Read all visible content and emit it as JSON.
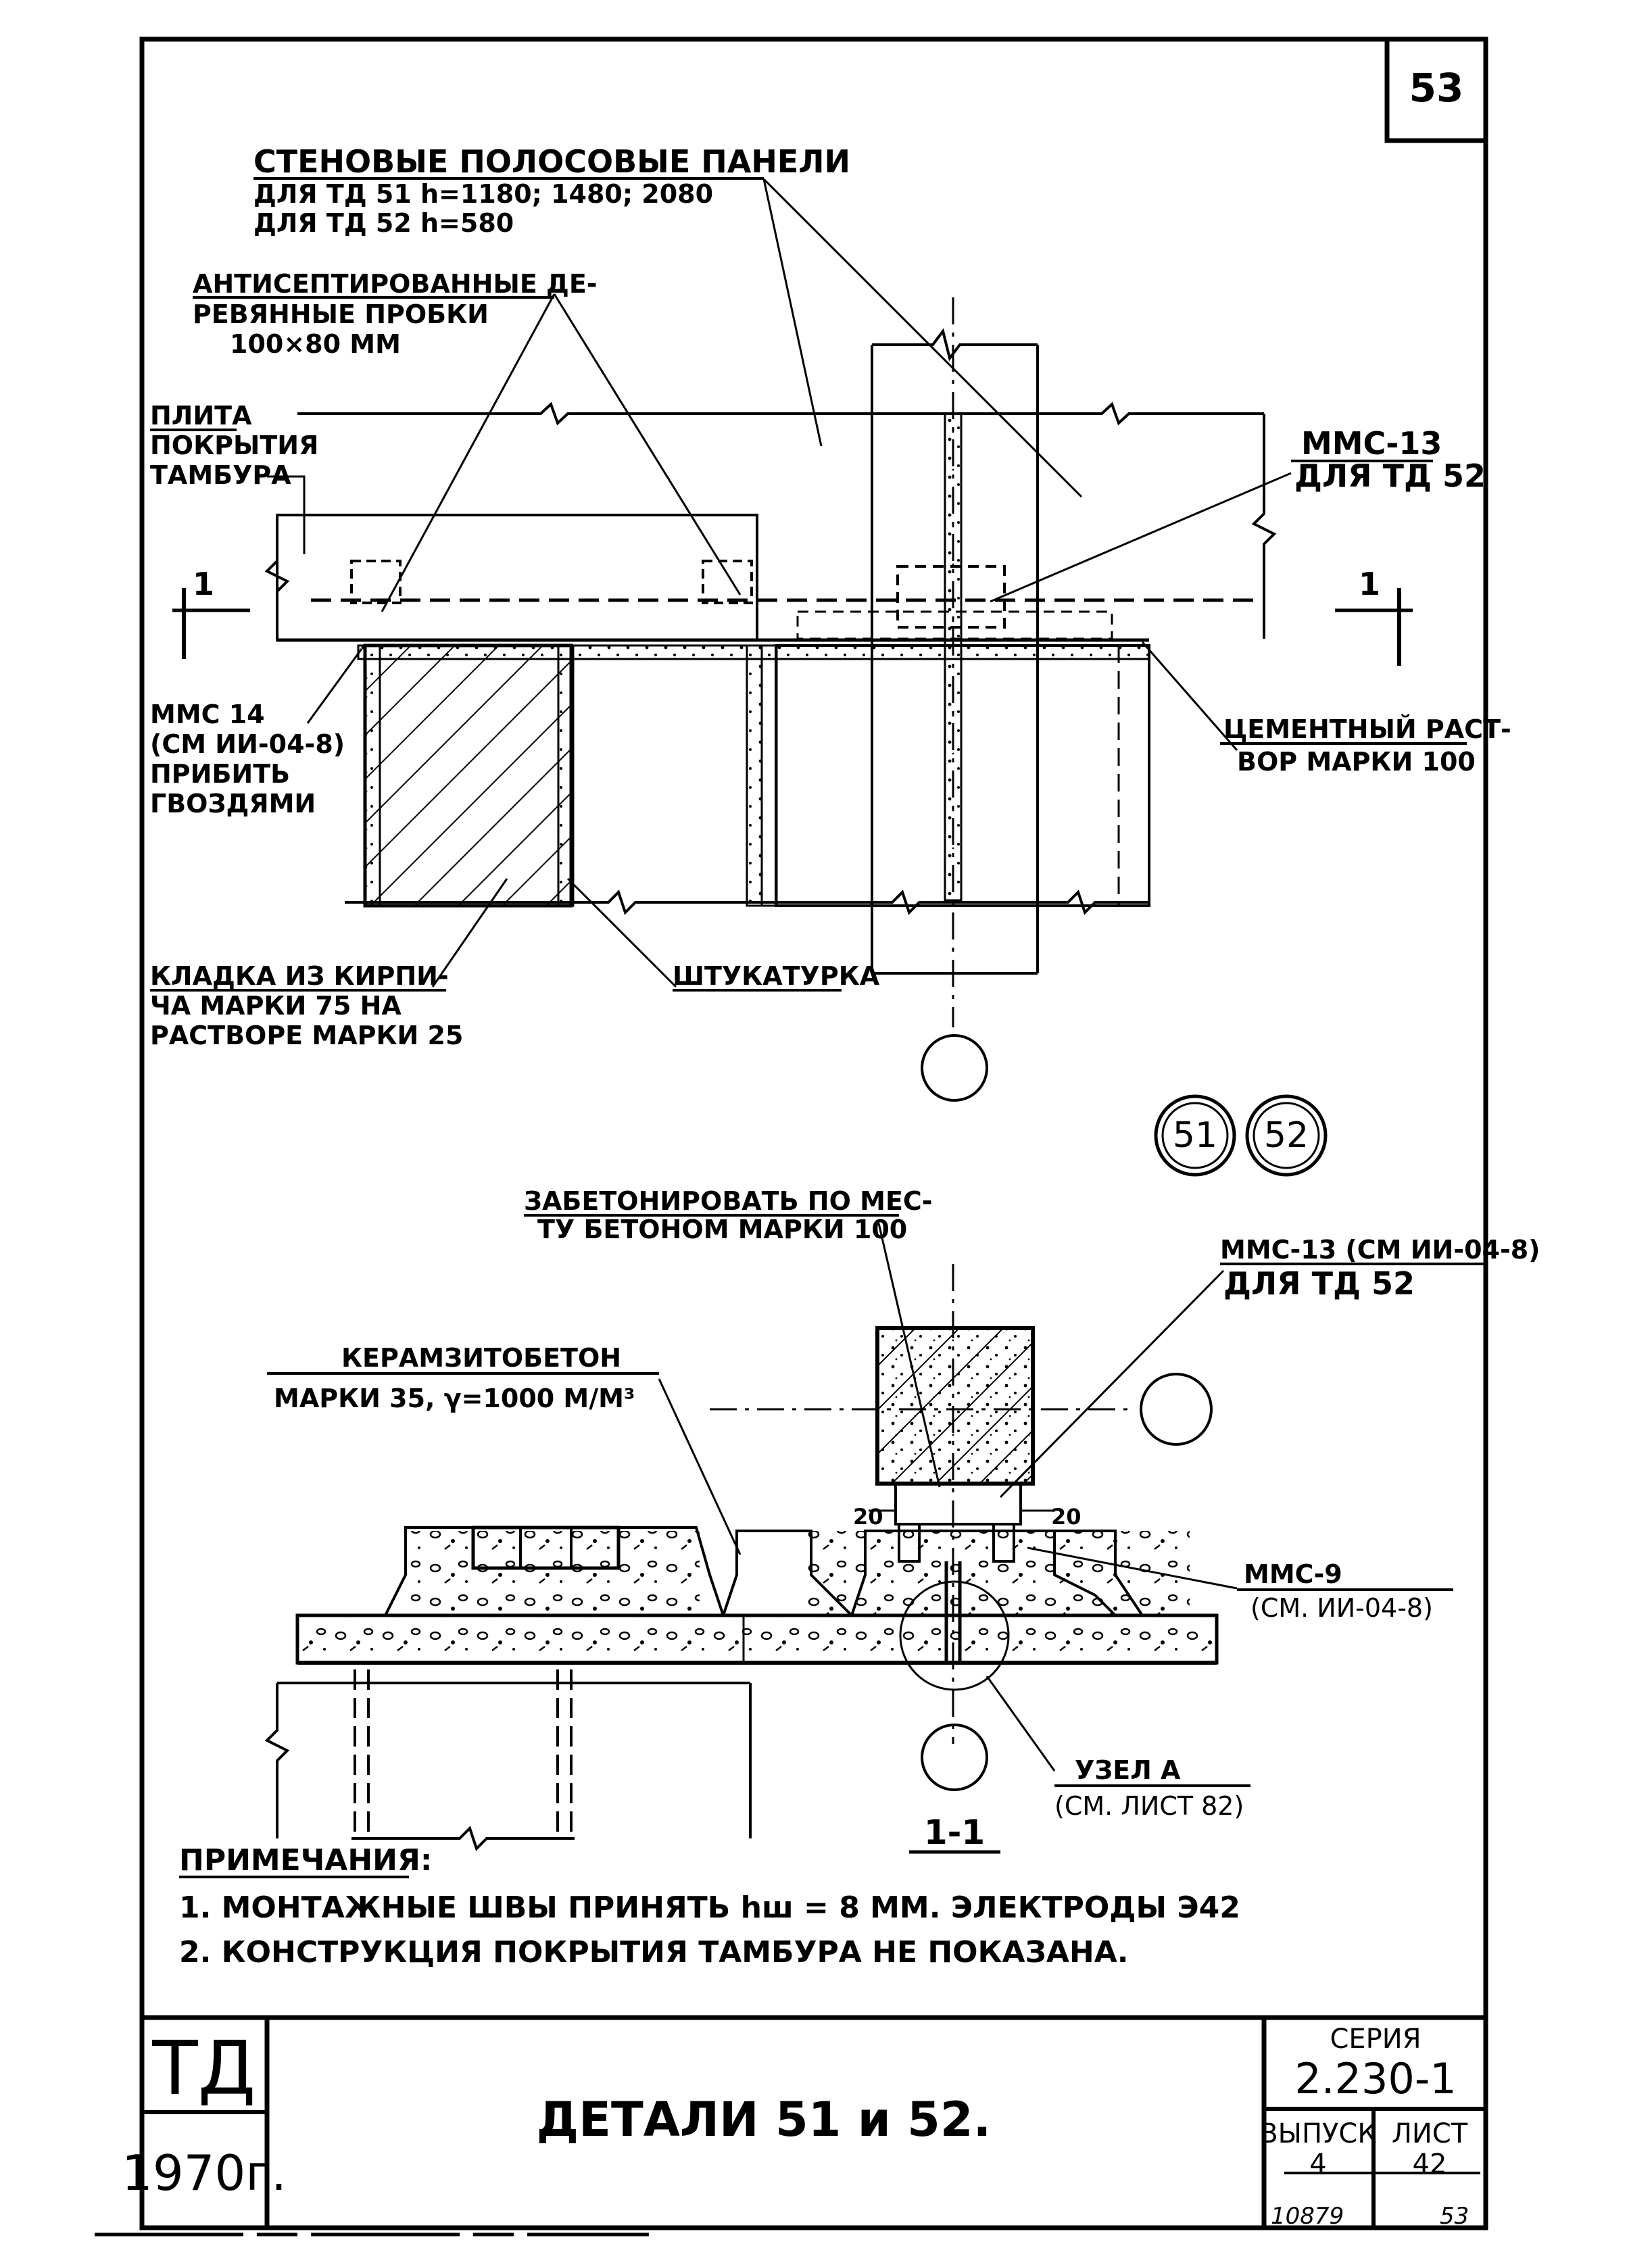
{
  "page_number": "53",
  "labels": {
    "wall_panels_title": "СТЕНОВЫЕ ПОЛОСОВЫЕ ПАНЕЛИ",
    "wall_panels_td51": "ДЛЯ ТД 51   h=1180; 1480; 2080",
    "wall_panels_td52": "ДЛЯ ТД 52   h=580",
    "plugs_line1": "АНТИСЕПТИРОВАННЫЕ ДЕ-",
    "plugs_line2": "РЕВЯННЫЕ ПРОБКИ",
    "plugs_line3": "100×80 ММ",
    "slab_line1": "ПЛИТА",
    "slab_line2": "ПОКРЫТИЯ",
    "slab_line3": "ТАМБУРА",
    "mms13_top_line1": "ММС-13",
    "mms13_top_line2": "ДЛЯ ТД 52",
    "mms14_line1": "ММС 14",
    "mms14_line2": "(СМ ИИ-04-8)",
    "mms14_line3": "ПРИБИТЬ",
    "mms14_line4": "ГВОЗДЯМИ",
    "mortar_line1": "ЦЕМЕНТНЫЙ РАСТ-",
    "mortar_line2": "ВОР МАРКИ 100",
    "masonry_line1": "КЛАДКА ИЗ КИРПИ-",
    "masonry_line2": "ЧА МАРКИ 75 НА",
    "masonry_line3": "РАСТВОРЕ МАРКИ 25",
    "plaster": "ШТУКАТУРКА",
    "concrete_line1": "ЗАБЕТОНИРОВАТЬ ПО МЕС-",
    "concrete_line2": "ТУ БЕТОНОМ МАРКИ 100",
    "mms13_sec_line1": "ММС-13 (СМ ИИ-04-8)",
    "mms13_sec_line2": "ДЛЯ ТД 52",
    "claydite_line1": "КЕРАМЗИТОБЕТОН",
    "claydite_line2": "МАРКИ 35,  γ=1000 М/М³",
    "dim_left": "20",
    "dim_right": "20",
    "mms9_line1": "ММС-9",
    "mms9_line2": "(СМ. ИИ-04-8)",
    "node_line1": "УЗЕЛ А",
    "node_line2": "(СМ. ЛИСТ 82)",
    "section_mark": "1",
    "section_title": "1-1",
    "detail_51": "51",
    "detail_52": "52"
  },
  "notes": {
    "title": "ПРИМЕЧАНИЯ:",
    "items": [
      "1. МОНТАЖНЫЕ  ШВЫ  ПРИНЯТЬ  hш = 8 ММ.  ЭЛЕКТРОДЫ  Э42",
      "2. КОНСТРУКЦИЯ  ПОКРЫТИЯ  ТАМБУРА  НЕ  ПОКАЗАНА."
    ]
  },
  "title_block": {
    "org": "ТД",
    "year": "1970г.",
    "title": "ДЕТАЛИ 51 и 52.",
    "series_label": "СЕРИЯ",
    "series_value": "2.230-1",
    "issue_label": "ВЫПУСК",
    "issue_value": "4",
    "sheet_label": "ЛИСТ",
    "sheet_value": "42",
    "footer_left": "10879",
    "footer_right": "53"
  },
  "colors": {
    "ink": "#000000",
    "paper": "#ffffff"
  }
}
